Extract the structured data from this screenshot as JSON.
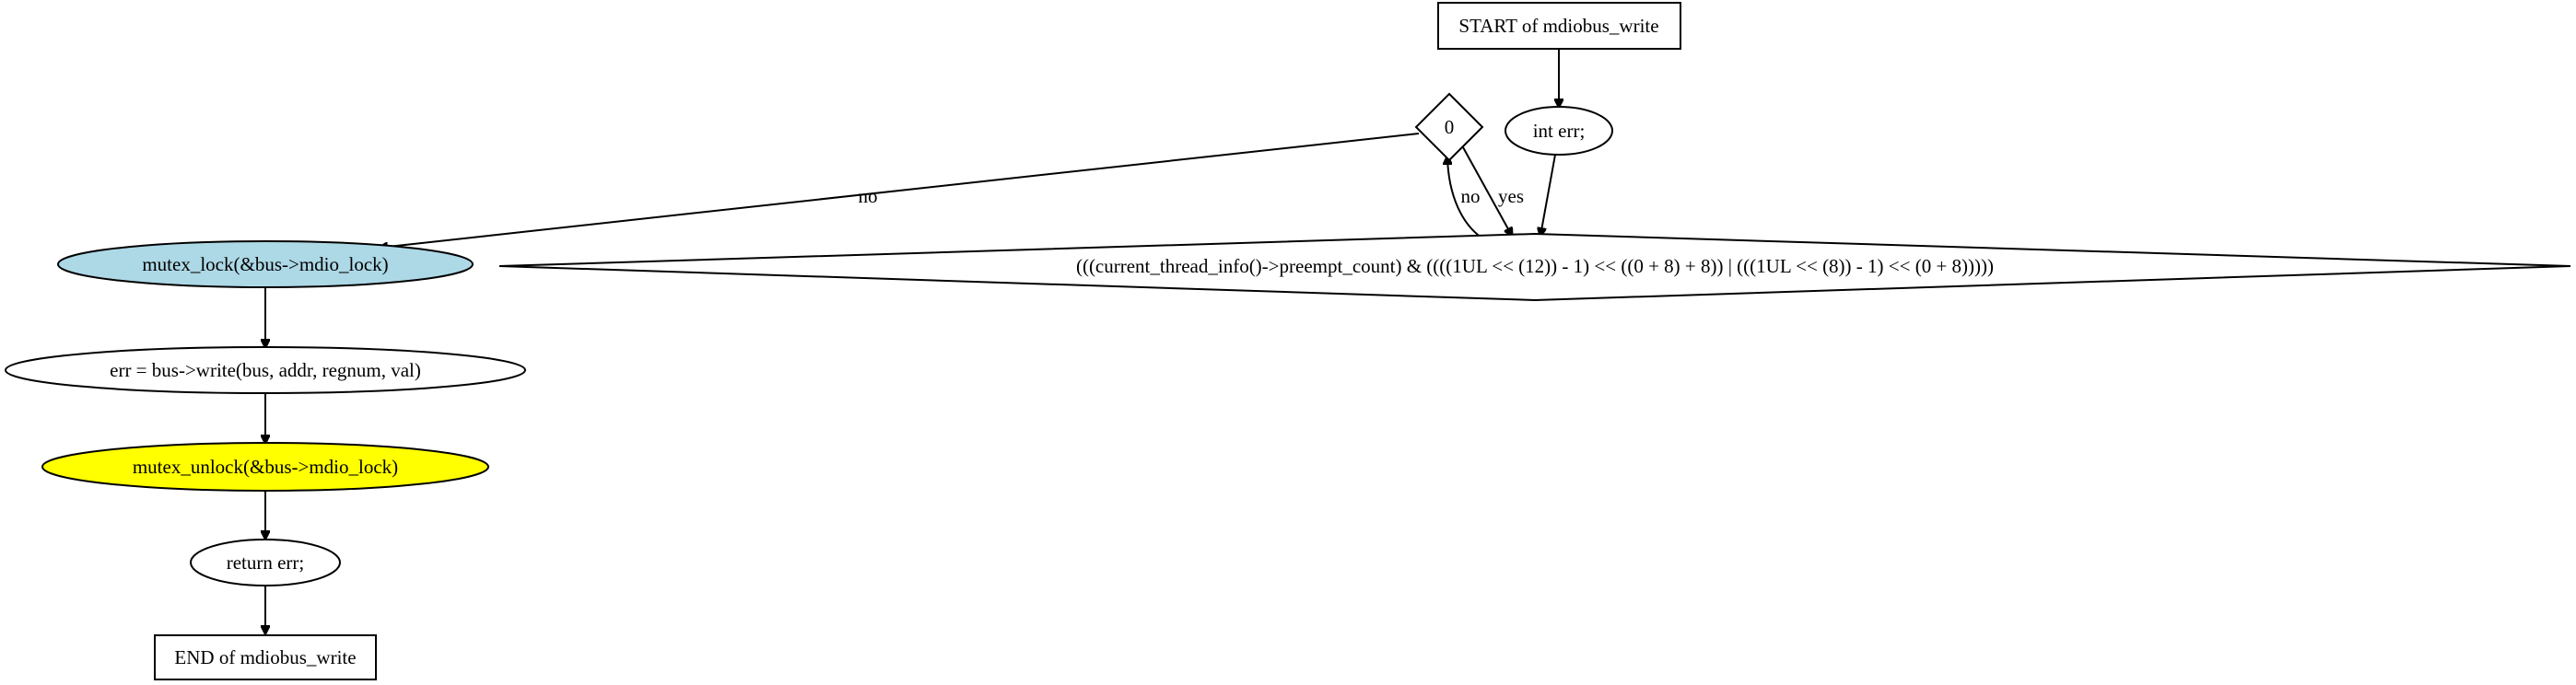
{
  "nodes": {
    "start": {
      "label": "START of mdiobus_write",
      "fill": "#ffffff"
    },
    "decl": {
      "label": "int err;",
      "fill": "#ffffff"
    },
    "zero_cond": {
      "label": "0",
      "fill": "#ffffff"
    },
    "preempt_cond": {
      "label": "(((current_thread_info()->preempt_count) & ((((1UL << (12)) - 1) << ((0 + 8) + 8)) | (((1UL << (8)) - 1) << (0 + 8)))))",
      "fill": "#ffffff"
    },
    "lock": {
      "label": "mutex_lock(&bus->mdio_lock)",
      "fill": "#add8e6"
    },
    "write": {
      "label": "err = bus->write(bus, addr, regnum, val)",
      "fill": "#ffffff"
    },
    "unlock": {
      "label": "mutex_unlock(&bus->mdio_lock)",
      "fill": "#ffff00"
    },
    "ret": {
      "label": "return err;",
      "fill": "#ffffff"
    },
    "end": {
      "label": "END of mdiobus_write",
      "fill": "#ffffff"
    }
  },
  "edges": {
    "zero_no": {
      "label": "no"
    },
    "loop_no": {
      "label": "no"
    },
    "loop_yes": {
      "label": "yes"
    }
  }
}
